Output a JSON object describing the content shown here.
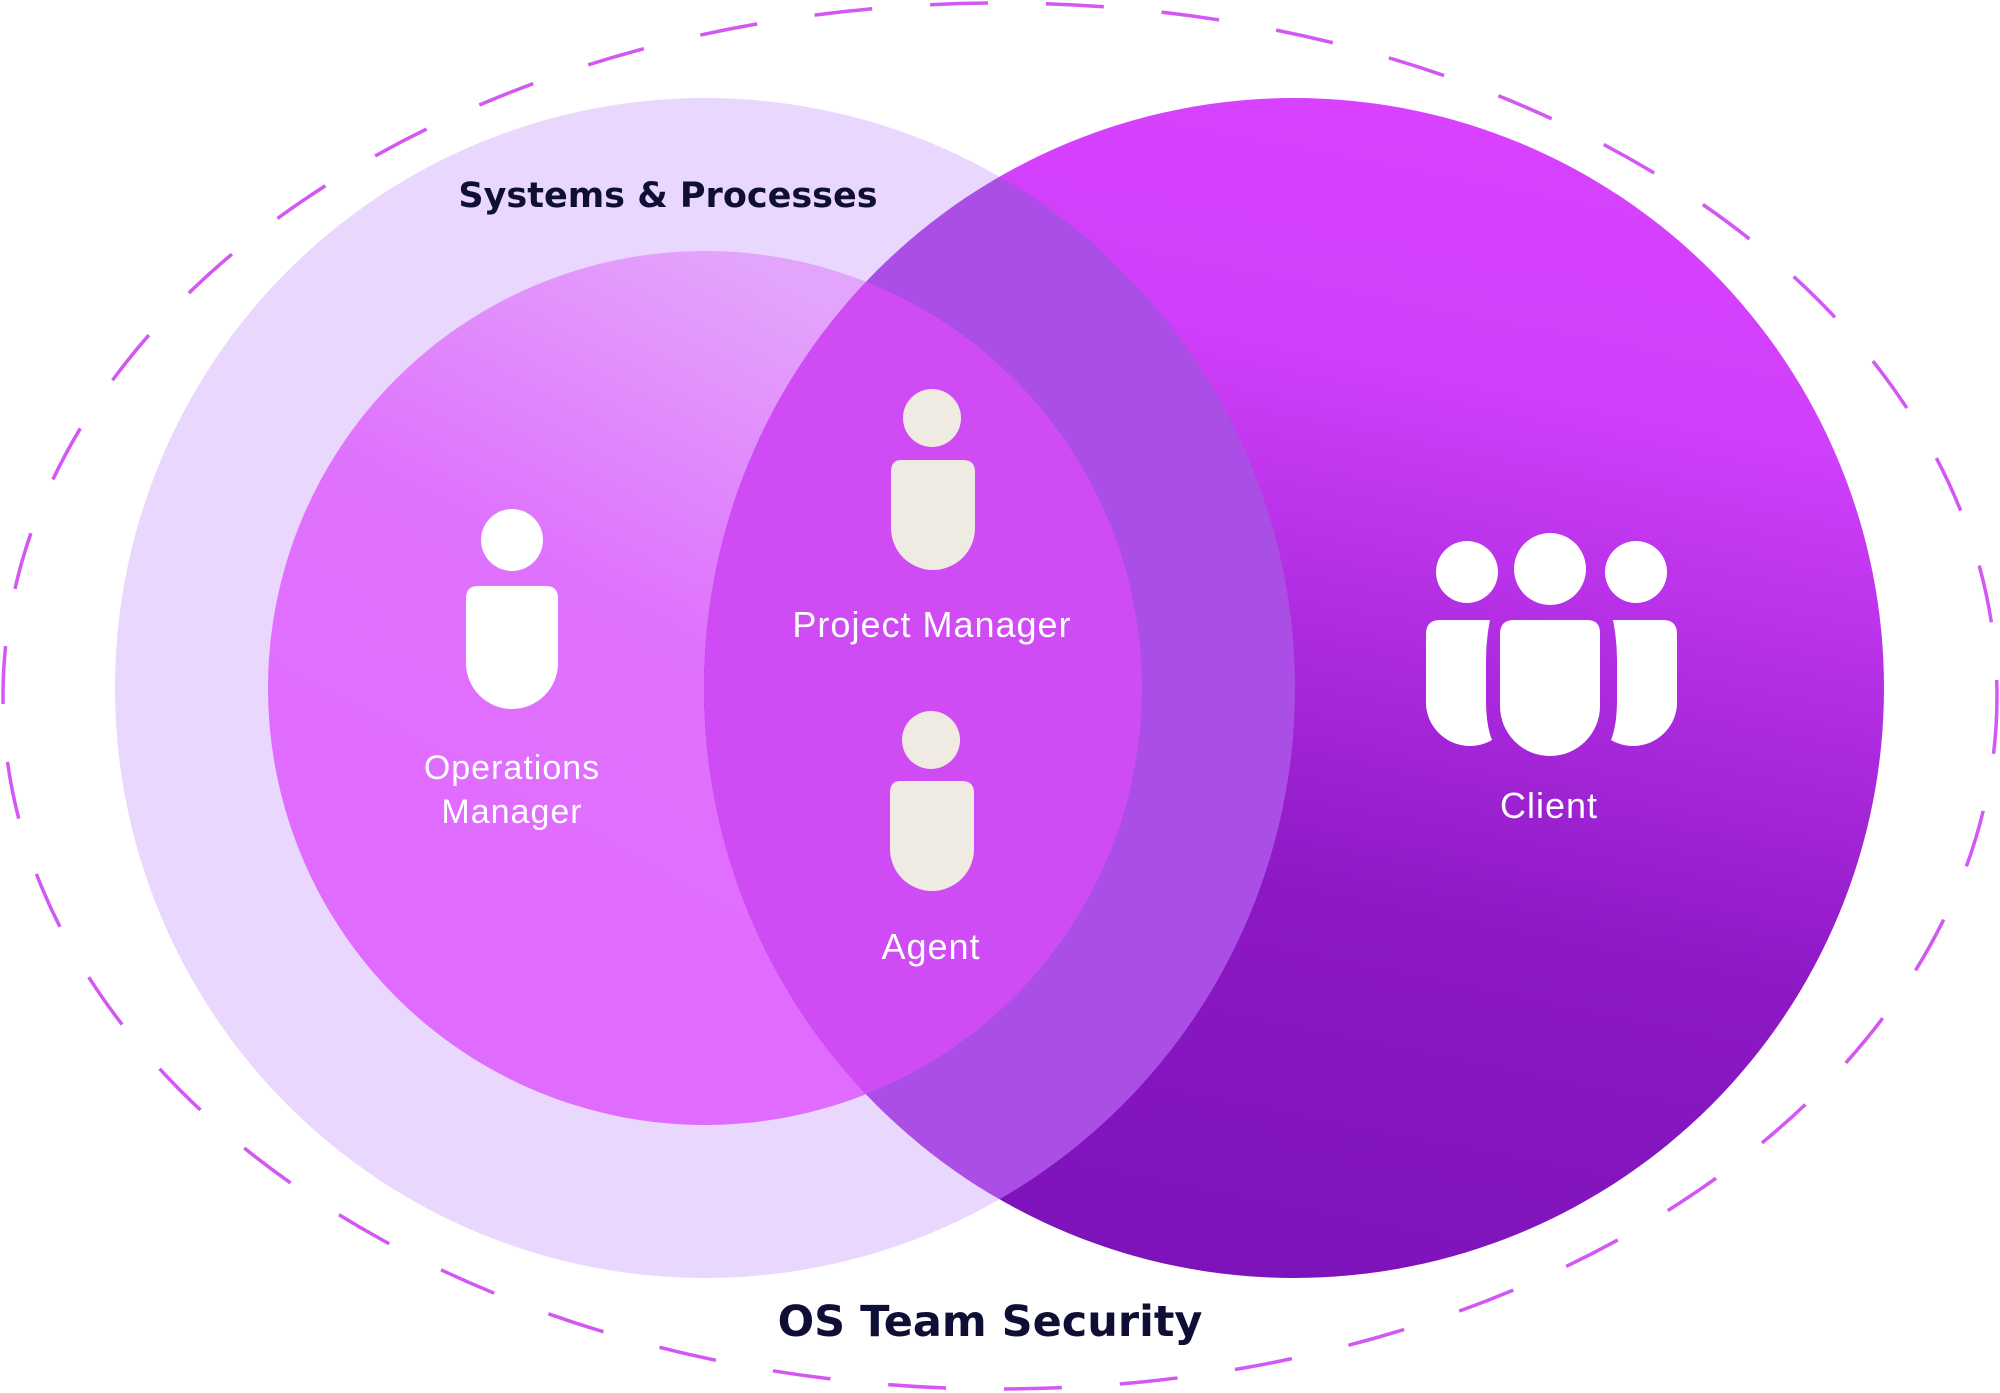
{
  "diagram": {
    "outer_boundary": {
      "label": "OS Team Security"
    },
    "systems": {
      "label": "Systems & Processes"
    },
    "roles": {
      "operations_manager": {
        "line1": "Operations",
        "line2": "Manager",
        "icon": "person-icon"
      },
      "project_manager": {
        "label": "Project Manager",
        "icon": "person-icon"
      },
      "agent": {
        "label": "Agent",
        "icon": "person-icon"
      },
      "client": {
        "label": "Client",
        "icon": "group-icon"
      }
    },
    "colors": {
      "boundary_dash": "#d257f3",
      "systems_circle": "#e9d7fd",
      "inner_circle_top": "#e195fa",
      "inner_circle_bottom": "#df6cfe",
      "client_circle_top": "#d741ff",
      "client_circle_bottom": "#8014bd",
      "person_fill_light": "#efebe3",
      "label_dark": "#0f0f36",
      "label_light": "#ffffff"
    }
  }
}
